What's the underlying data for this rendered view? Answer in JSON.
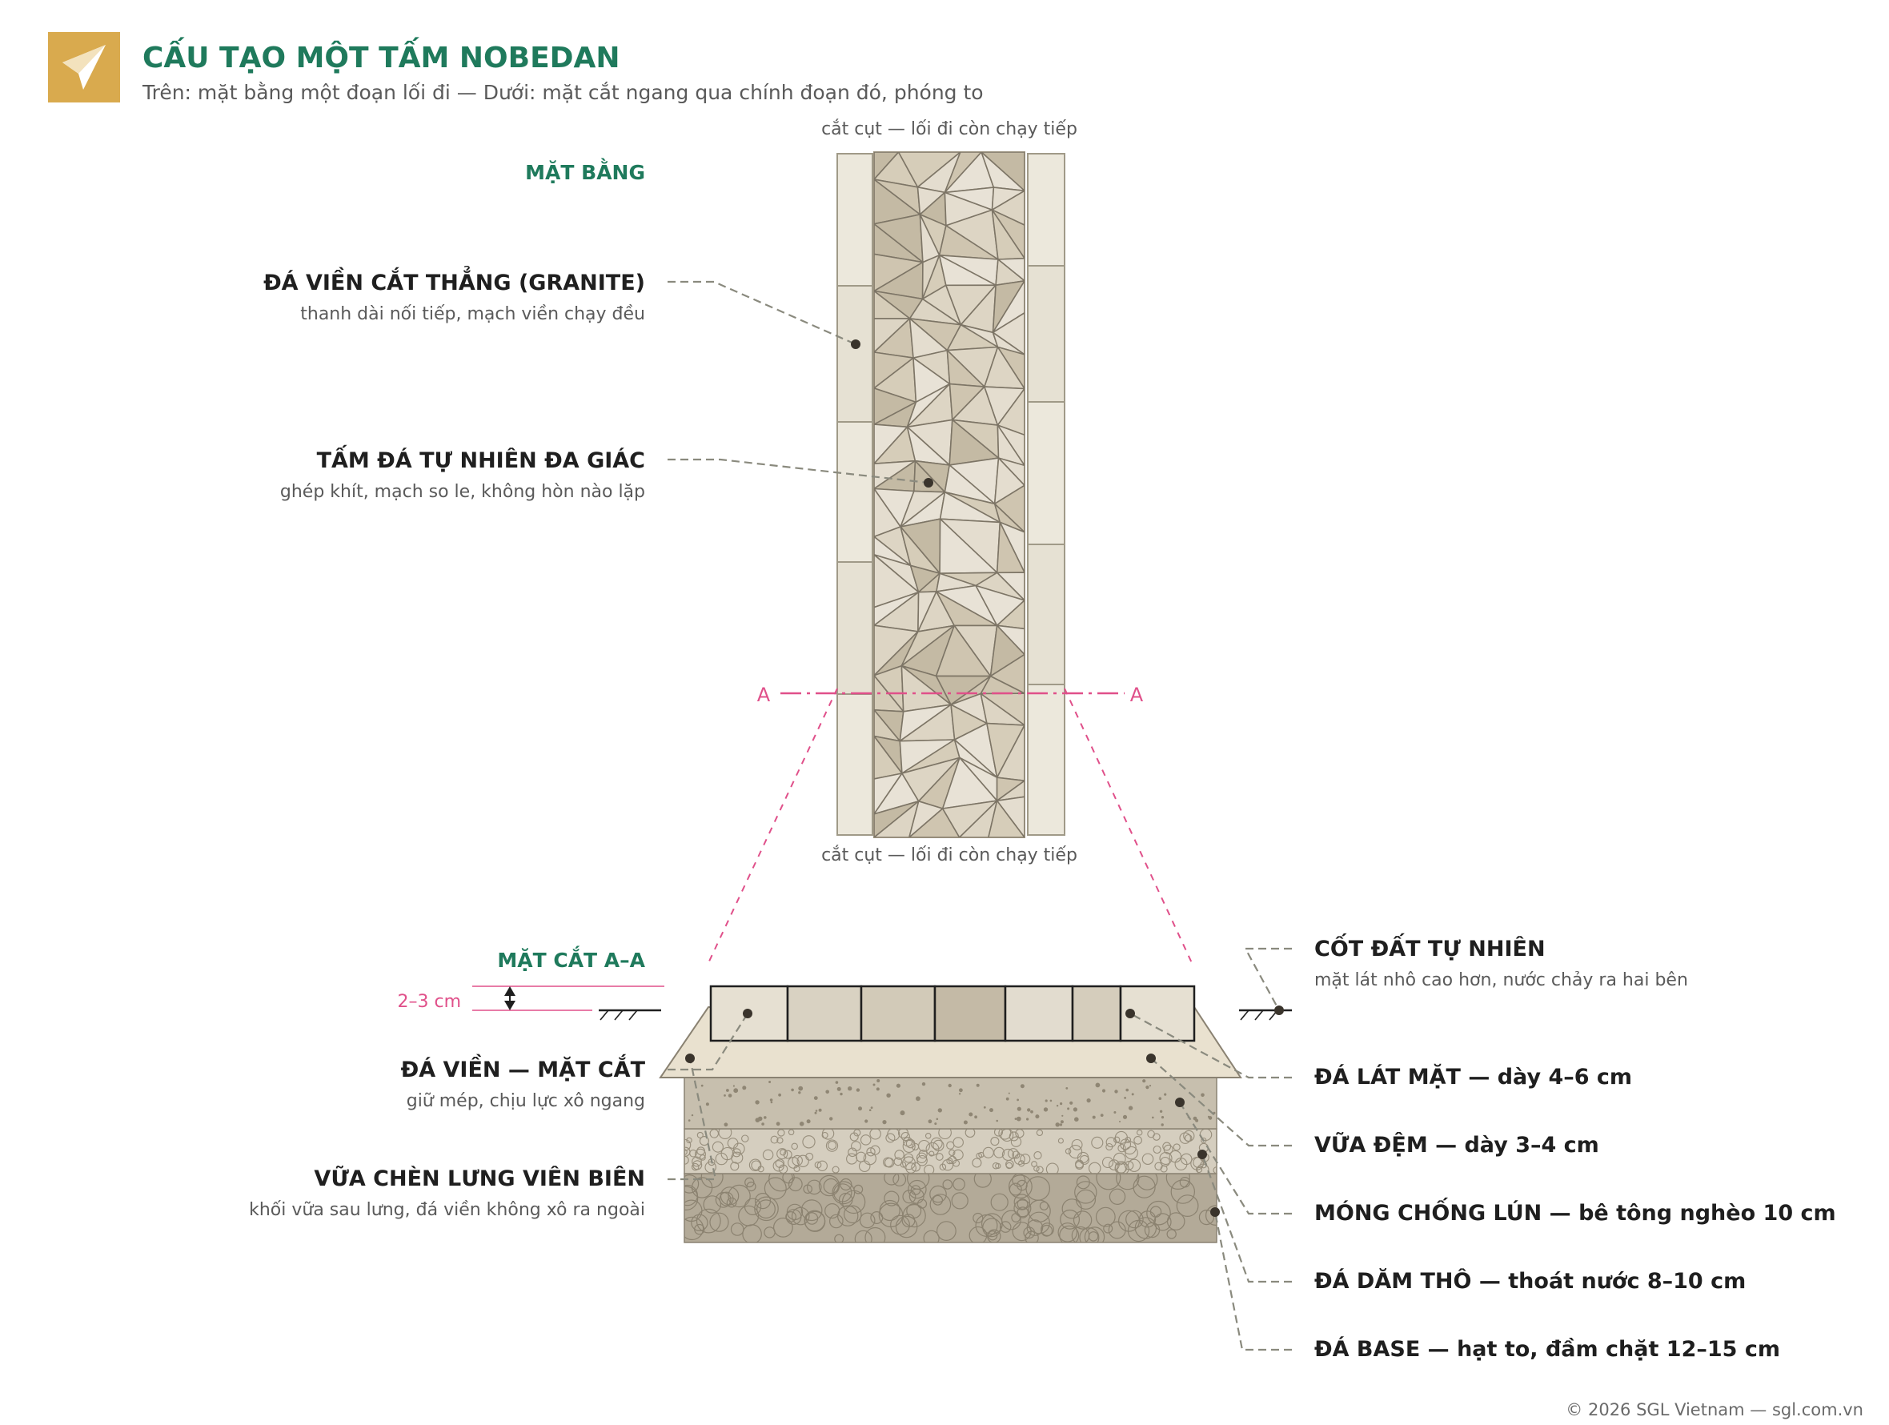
{
  "header": {
    "title": "CẤU TẠO MỘT TẤM NOBEDAN",
    "subtitle": "Trên: mặt bằng một đoạn lối đi — Dưới: mặt cắt ngang qua chính đoạn đó, phóng to"
  },
  "plan": {
    "heading": "MẶT BẰNG",
    "cut_note_top": "cắt cụt — lối đi còn chạy tiếp",
    "cut_note_bottom": "cắt cụt — lối đi còn chạy tiếp",
    "section_marker": "A",
    "labels": [
      {
        "title": "ĐÁ VIỀN CẮT THẲNG (GRANITE)",
        "desc": "thanh dài nối tiếp, mạch viền chạy đều"
      },
      {
        "title": "TẤM ĐÁ TỰ NHIÊN ĐA GIÁC",
        "desc": "ghép khít, mạch so le, không hòn nào lặp"
      }
    ]
  },
  "section": {
    "heading": "MẶT CẮT A–A",
    "dimension": "2–3 cm",
    "left_labels": [
      {
        "title": "ĐÁ VIỀN — MẶT CẮT",
        "desc": "giữ mép, chịu lực xô ngang"
      },
      {
        "title": "VỮA CHÈN LƯNG VIÊN BIÊN",
        "desc": "khối vữa sau lưng, đá viền không xô ra ngoài"
      }
    ],
    "ground": {
      "title": "CỐT ĐẤT TỰ NHIÊN",
      "desc": "mặt lát nhô cao hơn, nước chảy ra hai bên"
    },
    "layers": [
      "ĐÁ LÁT MẶT — dày 4–6 cm",
      "VỮA ĐỆM — dày 3–4 cm",
      "MÓNG CHỐNG LÚN — bê tông nghèo 10 cm",
      "ĐÁ DĂM THÔ — thoát nước 8–10 cm",
      "ĐÁ BASE — hạt to, đầm chặt 12–15 cm"
    ]
  },
  "footer": "© 2026 SGL Vietnam — sgl.com.vn",
  "colors": {
    "brand_green": "#1f7a5c",
    "logo_gold": "#d9aa4e",
    "section_pink": "#e0508a",
    "text_dark": "#1f1f1f",
    "text_muted": "#5a5a5a",
    "leader_gray": "#8a8a7e"
  },
  "icons": {
    "logo": "paper-plane-logo-icon"
  }
}
